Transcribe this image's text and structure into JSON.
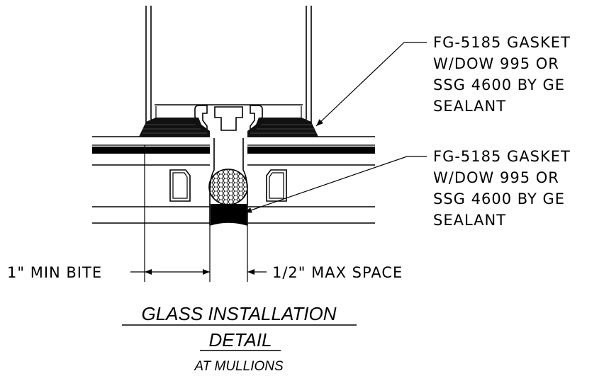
{
  "callouts": {
    "upper": {
      "lines": [
        "FG-5185 GASKET",
        "W/DOW 995 OR",
        "SSG 4600 BY GE",
        "SEALANT"
      ]
    },
    "lower": {
      "lines": [
        "FG-5185 GASKET",
        "W/DOW 995 OR",
        "SSG 4600 BY GE",
        "SEALANT"
      ]
    }
  },
  "dimensions": {
    "min_bite": "1\" MIN BITE",
    "max_space": "1/2\" MAX SPACE"
  },
  "title": {
    "line1": "GLASS INSTALLATION",
    "line2": "DETAIL",
    "line3": "AT MULLIONS"
  }
}
